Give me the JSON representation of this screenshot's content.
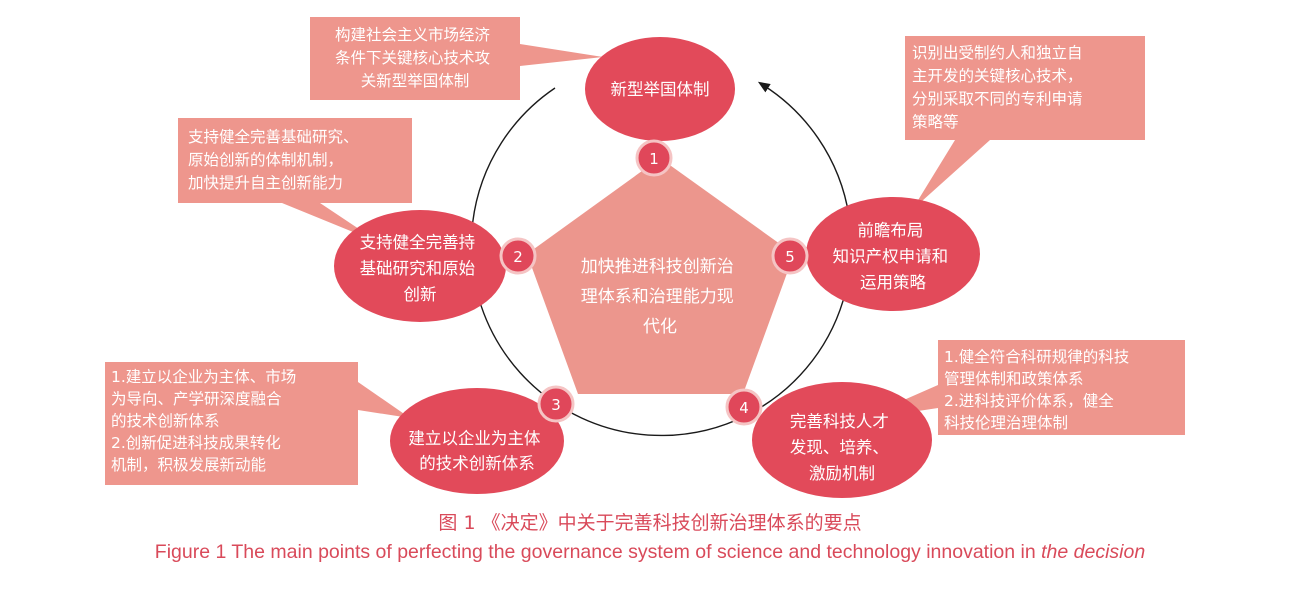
{
  "center": {
    "lines": [
      "加快推进科技创新治",
      "理体系和治理能力现",
      "代化"
    ]
  },
  "nodes": [
    {
      "number": "1",
      "lines": [
        "新型举国体制"
      ]
    },
    {
      "number": "2",
      "lines": [
        "支持健全完善持",
        "基础研究和原始",
        "创新"
      ]
    },
    {
      "number": "3",
      "lines": [
        "建立以企业为主体",
        "的技术创新体系"
      ]
    },
    {
      "number": "4",
      "lines": [
        "完善科技人才",
        "发现、培养、",
        "激励机制"
      ]
    },
    {
      "number": "5",
      "lines": [
        "前瞻布局",
        "知识产权申请和",
        "运用策略"
      ]
    }
  ],
  "callouts": [
    {
      "lines": [
        "构建社会主义市场经济",
        "条件下关键核心技术攻",
        "关新型举国体制"
      ]
    },
    {
      "lines": [
        "支持健全完善基础研究、",
        "原始创新的体制机制，",
        "加快提升自主创新能力"
      ]
    },
    {
      "lines": [
        "1.建立以企业为主体、市场",
        "为导向、产学研深度融合",
        "的技术创新体系",
        "2.创新促进科技成果转化",
        "机制，积极发展新动能"
      ]
    },
    {
      "lines": [
        "1.健全符合科研规律的科技",
        "管理体制和政策体系",
        "2.进科技评价体系，健全",
        "科技伦理治理体制"
      ]
    },
    {
      "lines": [
        "识别出受制约人和独立自",
        "主开发的关键核心技术，",
        "分别采取不同的专利申请",
        "策略等"
      ]
    }
  ],
  "caption": {
    "cn": "图 1 《决定》中关于完善科技创新治理体系的要点",
    "en_prefix": "Figure 1  The main points of perfecting the governance system of science and technology innovation in ",
    "en_italic": "the decision"
  },
  "colors": {
    "ellipse": "#e24a5a",
    "callout": "#ee968d",
    "pentagon": "#ec968d",
    "badge": "#e0475a",
    "badge_ring": "#f5c4c4",
    "cycle_line": "#1a1a1a",
    "caption": "#d94a5a"
  }
}
